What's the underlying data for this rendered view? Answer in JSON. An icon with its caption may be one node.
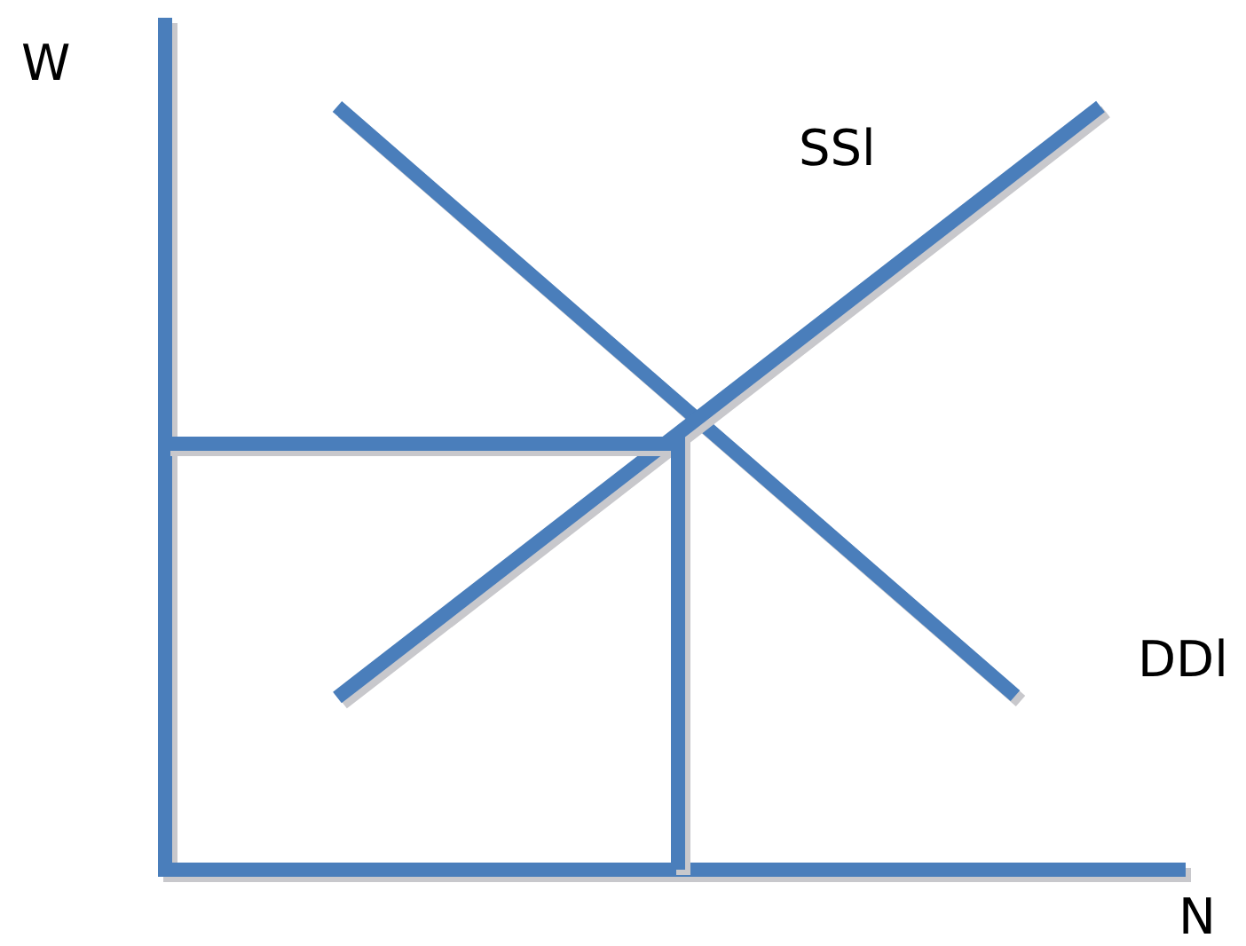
{
  "diagram": {
    "labels": [
      "W",
      "SSl",
      "DDl",
      "N"
    ]
  }
}
